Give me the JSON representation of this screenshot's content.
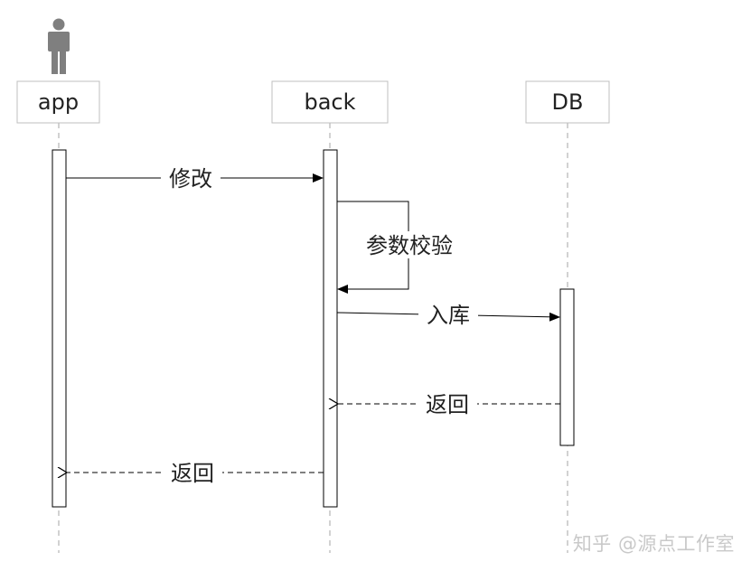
{
  "participants": [
    {
      "id": "app",
      "label": "app"
    },
    {
      "id": "back",
      "label": "back"
    },
    {
      "id": "db",
      "label": "DB"
    }
  ],
  "messages": [
    {
      "label": "修改"
    },
    {
      "label": "参数校验"
    },
    {
      "label": "入库"
    },
    {
      "label": "返回"
    },
    {
      "label": "返回"
    }
  ],
  "watermark": "知乎 @源点工作室",
  "colors": {
    "line": "#000000",
    "box_border": "#bfbfbf",
    "lifeline": "#a6a6a6",
    "actor": "#7f7f7f",
    "watermark": "#c9c9c9"
  }
}
